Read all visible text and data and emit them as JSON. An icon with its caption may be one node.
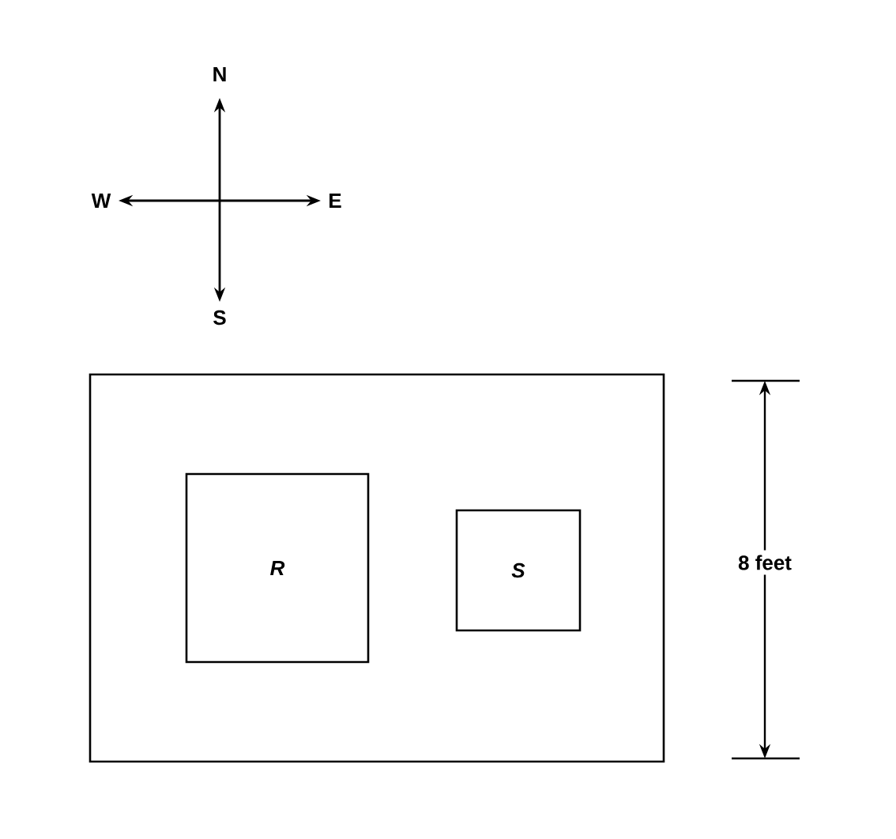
{
  "diagram": {
    "nodes": [
      {
        "text": [],
        "shape": "box"
      },
      {
        "text": [
          "R"
        ],
        "in": 0
      },
      {
        "text": [
          "S"
        ],
        "in": 0
      }
    ],
    "labels": [
      "N",
      "W",
      "E",
      "S",
      "8 feet"
    ]
  }
}
